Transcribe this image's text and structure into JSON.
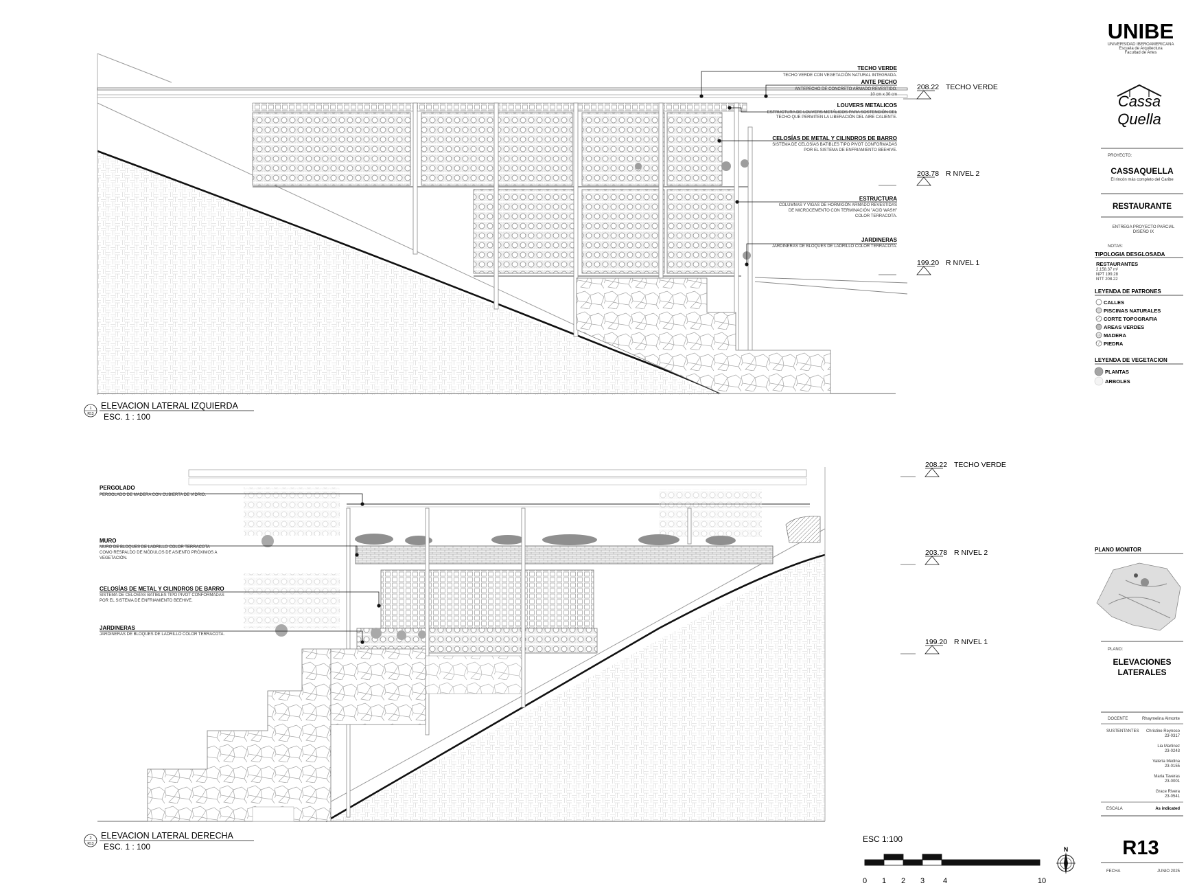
{
  "upper_view": {
    "title": "ELEVACION LATERAL IZQUIERDA",
    "scale": "ESC. 1 : 100",
    "marker_num": "1",
    "marker_sheet": "R13",
    "levels": [
      {
        "value": "208.22",
        "label": "TECHO VERDE"
      },
      {
        "value": "203.78",
        "label": "R NIVEL 2"
      },
      {
        "value": "199.20",
        "label": "R NIVEL 1"
      }
    ],
    "callouts": [
      {
        "title": "TECHO VERDE",
        "lines": [
          "TECHO VERDE CON VEGETACIÓN NATURAL INTEGRADA."
        ]
      },
      {
        "title": "ANTE PECHO",
        "lines": [
          "ANTEPECHO DE CONCRETO ARMADO REVESTIDO.",
          "10 cm x 30 cm"
        ]
      },
      {
        "title": "LOUVERS METALICOS",
        "lines": [
          "ESTRUCTURA DE LOUVERS METÁLICOS PARA SOSTENCIÓN DEL",
          "TECHO QUE PERMITEN LA LIBERACIÓN DEL AIRE CALIENTE."
        ]
      },
      {
        "title": "CELOSÍAS DE METAL Y CILINDROS DE BARRO",
        "lines": [
          "SISTEMA DE CELOSÍAS BATIBLES TIPO PIVOT CONFORMADAS",
          "POR EL SISTEMA DE ENFRIAMIENTO BEEHIVE."
        ]
      },
      {
        "title": "ESTRUCTURA",
        "lines": [
          "COLUMNAS Y VIGAS DE HORMIGÓN ARMADO REVESTIDAS",
          "DE MICROCEMENTO CON TERMINACIÓN \"ACID WASH\"",
          "COLOR TERRACOTA."
        ]
      },
      {
        "title": "JARDINERAS",
        "lines": [
          "JARDINERAS DE BLOQUES DE LADRILLO COLOR TERRACOTA."
        ]
      }
    ]
  },
  "lower_view": {
    "title": "ELEVACION LATERAL DERECHA",
    "scale": "ESC. 1 : 100",
    "marker_num": "2",
    "marker_sheet": "R13",
    "levels": [
      {
        "value": "208.22",
        "label": "TECHO VERDE"
      },
      {
        "value": "203.78",
        "label": "R NIVEL 2"
      },
      {
        "value": "199.20",
        "label": "R NIVEL 1"
      }
    ],
    "callouts": [
      {
        "title": "PERGOLADO",
        "lines": [
          "PERGOLADO DE MADERA CON CUBIERTA DE VIDRIO."
        ]
      },
      {
        "title": "MURO",
        "lines": [
          "MURO DE BLOQUES DE LADRILLO COLOR TERRACOTA",
          "COMO RESPALDO DE MÓDULOS DE ASIENTO PRÓXIMOS A",
          "VEGETACIÓN."
        ]
      },
      {
        "title": "CELOSÍAS DE METAL Y CILINDROS DE BARRO",
        "lines": [
          "SISTEMA DE CELOSÍAS BATIBLES TIPO PIVOT CONFORMADAS",
          "POR EL SISTEMA DE ENFRIAMIENTO BEEHIVE."
        ]
      },
      {
        "title": "JARDINERAS",
        "lines": [
          "JARDINERAS DE BLOQUES DE LADRILLO COLOR TERRACOTA."
        ]
      }
    ]
  },
  "scale_bar": {
    "title": "ESC 1:100",
    "ticks": [
      "0",
      "1",
      "2",
      "3",
      "4",
      "10"
    ],
    "north": "N"
  },
  "title_block": {
    "school": "UNIBE",
    "school_lines": [
      "UNIVERSIDAD IBEROAMERICANA",
      "Escuela de Arquitectura",
      "Facultad de Artes"
    ],
    "logo_lines": [
      "Cassa",
      "Quella"
    ],
    "project_label": "PROYECTO:",
    "project_name": "CASSAQUELLA",
    "project_tagline": "El rincón más completo del Caribe",
    "building": "RESTAURANTE",
    "delivery_lines": [
      "ENTREGA PROYECTO PARCIAL",
      "DISEÑO IX"
    ],
    "notes_label": "NOTAS:",
    "typology_title": "TIPOLOGIA DESGLOSADA",
    "typology_sub": "RESTAURANTES",
    "typology_lines": [
      "2,158.37 m²",
      "NPT 199.28",
      "NTT 208.22"
    ],
    "patterns_title": "LEYENDA DE PATRONES",
    "patterns": [
      "CALLES",
      "PISCINAS NATURALES",
      "CORTE TOPOGRAFIA",
      "AREAS VERDES",
      "MADERA",
      "PIEDRA"
    ],
    "veg_title": "LEYENDA DE VEGETACION",
    "vegetation": [
      "PLANTAS",
      "ARBOLES"
    ],
    "monitor_title": "PLANO MONITOR",
    "plan_label": "PLANO:",
    "plan_name_lines": [
      "ELEVACIONES",
      "LATERALES"
    ],
    "docente_label": "DOCENTE",
    "docente_name": "Rhaymelina Almonte",
    "sustentantes_label": "SUSTENTANTES",
    "students": [
      {
        "name": "Christine Reynoso",
        "id": "23-0317"
      },
      {
        "name": "Lia Martinez",
        "id": "23-0243"
      },
      {
        "name": "Valeria Medina",
        "id": "23-0155"
      },
      {
        "name": "Maria Taveras",
        "id": "23-0001"
      },
      {
        "name": "Grace Rivera",
        "id": "23-0541"
      }
    ],
    "escala_label": "ESCALA",
    "escala_value": "As indicated",
    "sheet": "R13",
    "fecha_label": "FECHA",
    "fecha_value": "JUNIO 2025"
  },
  "colors": {
    "ink": "#111111",
    "line": "#9a9a9a",
    "hatch": "#c9c9c9",
    "paper": "#ffffff"
  }
}
